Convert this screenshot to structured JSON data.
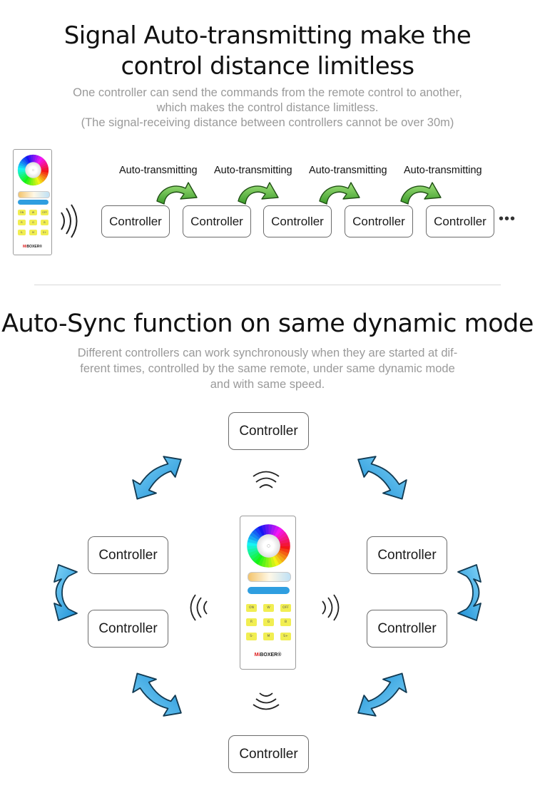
{
  "section1": {
    "title_line1": "Signal Auto-transmitting make the",
    "title_line2": "control distance limitless",
    "desc_line1": "One controller can send the commands from the remote control to another,",
    "desc_line2": "which makes the control distance limitless.",
    "desc_line3": "(The signal-receiving distance between controllers cannot be over 30m)",
    "transmit_label": "Auto-transmitting",
    "controller_label": "Controller",
    "more_symbol": "•••"
  },
  "section2": {
    "title": "Auto-Sync function on same dynamic mode",
    "desc_line1": "Different controllers can work synchronously when they are started at dif-",
    "desc_line2": "ferent times, controlled by the same remote, under same dynamic mode",
    "desc_line3": "and with same speed.",
    "controller_label": "Controller"
  },
  "remote": {
    "brand_prefix": "Mi",
    "brand_main": "BOXER",
    "brand_mark": "®",
    "buttons": [
      [
        "ON",
        "W",
        "OFF"
      ],
      [
        "R",
        "G",
        "B"
      ],
      [
        "S-",
        "M",
        "S+"
      ]
    ]
  },
  "colors": {
    "green_arrow": "#6cc04a",
    "blue_arrow": "#3aaee6",
    "button_yellow": "#f1ee52",
    "slider_blue": "#2f9ee0"
  },
  "icons": [
    "signal-waves-icon",
    "green-curved-arrow-icon",
    "blue-double-arrow-icon",
    "color-wheel-icon"
  ]
}
